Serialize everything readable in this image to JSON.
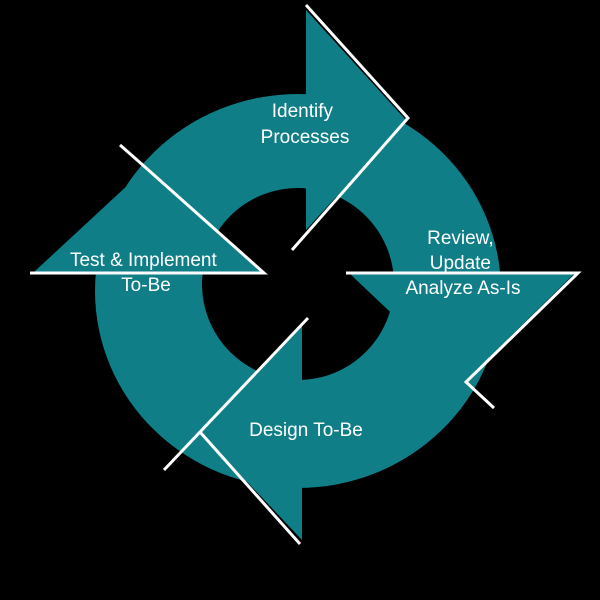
{
  "diagram": {
    "colors": {
      "background": "#000000",
      "segment_fill": "#107e87",
      "separator": "#ffffff",
      "label_text": "#ffffff"
    },
    "steps": [
      {
        "label_lines": [
          "Identify",
          "Processes"
        ]
      },
      {
        "label_lines": [
          "Review,",
          "Update",
          "Analyze As-Is"
        ]
      },
      {
        "label_lines": [
          "Design To-Be"
        ]
      },
      {
        "label_lines": [
          "Test & Implement",
          "To-Be"
        ]
      }
    ]
  }
}
